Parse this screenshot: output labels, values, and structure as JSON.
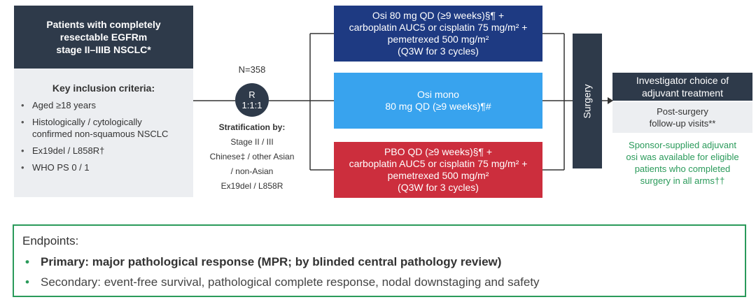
{
  "patients": {
    "header_lines": [
      "Patients with completely",
      "resectable EGFRm",
      "stage II–IIIB NSCLC*"
    ],
    "criteria_title": "Key inclusion criteria:",
    "criteria": [
      [
        "Aged ≥18 years"
      ],
      [
        "Histologically / cytologically",
        "confirmed non-squamous NSCLC"
      ],
      [
        "Ex19del / L858R†"
      ],
      [
        "WHO PS 0 / 1"
      ]
    ]
  },
  "randomization": {
    "n_label": "N=358",
    "circle_line1": "R",
    "circle_line2": "1:1:1"
  },
  "stratification": {
    "title": "Stratification by:",
    "lines": [
      "Stage II / III",
      "Chinese‡ / other Asian",
      "/ non-Asian",
      "Ex19del / L858R"
    ]
  },
  "arms": [
    {
      "lines": [
        "Osi 80 mg QD (≥9 weeks)§¶ +",
        "carboplatin AUC5 or cisplatin 75 mg/m² +",
        "pemetrexed 500 mg/m²",
        "(Q3W for 3 cycles)"
      ],
      "color": "#1e3a82"
    },
    {
      "lines": [
        "Osi mono",
        "80 mg QD (≥9 weeks)¶#"
      ],
      "color": "#38a3ee"
    },
    {
      "lines": [
        "PBO QD (≥9 weeks)§¶ +",
        "carboplatin AUC5 or cisplatin 75 mg/m² +",
        "pemetrexed 500 mg/m²",
        "(Q3W for 3 cycles)"
      ],
      "color": "#cc2e3d"
    }
  ],
  "surgery_label": "Surgery",
  "adjuvant": {
    "header_lines": [
      "Investigator choice of",
      "adjuvant treatment"
    ],
    "followup_lines": [
      "Post-surgery",
      "follow-up visits**"
    ],
    "sponsor_note_lines": [
      "Sponsor-supplied adjuvant",
      "osi was available for eligible",
      "patients who completed",
      "surgery in all arms††"
    ]
  },
  "endpoints": {
    "title": "Endpoints:",
    "items": [
      {
        "text": "Primary: major pathological response (MPR; by blinded central pathology review)",
        "primary": true
      },
      {
        "text": "Secondary: event-free survival, pathological complete response, nodal downstaging and safety",
        "primary": false
      }
    ]
  },
  "colors": {
    "dark_navy": "#2e3a4a",
    "light_panel": "#eceef1",
    "green_accent": "#2a9a5a"
  }
}
